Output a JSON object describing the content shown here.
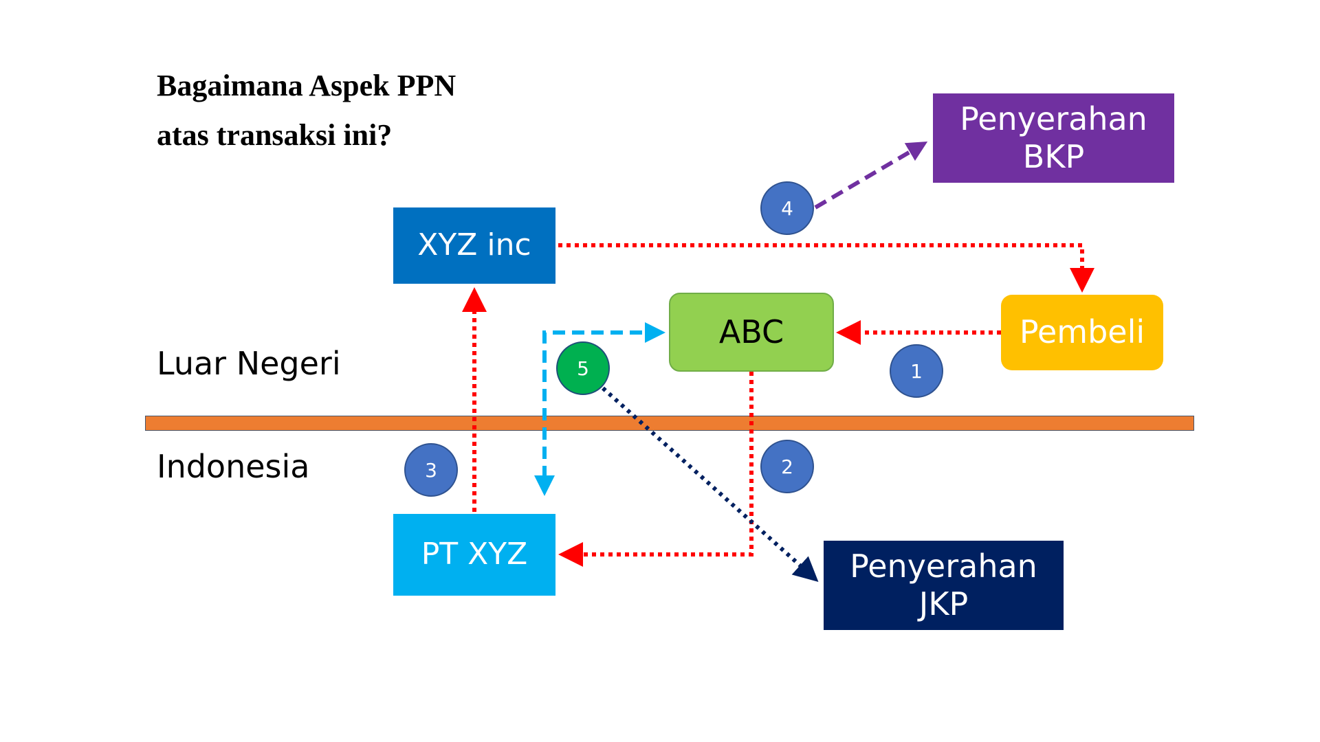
{
  "title": {
    "line1": "Bagaimana Aspek PPN",
    "line2": "atas transaksi ini?"
  },
  "regions": {
    "abroad": "Luar Negeri",
    "domestic": "Indonesia"
  },
  "nodes": {
    "xyz_inc": {
      "label": "XYZ inc",
      "color": "#0070C0"
    },
    "pt_xyz": {
      "label": "PT XYZ",
      "color": "#00B0F0"
    },
    "abc": {
      "label": "ABC",
      "color": "#92D050"
    },
    "pembeli": {
      "label": "Pembeli",
      "color": "#FFC000"
    },
    "penyerahan_bkp": {
      "line1": "Penyerahan",
      "line2": "BKP",
      "color": "#7030A0"
    },
    "penyerahan_jkp": {
      "line1": "Penyerahan",
      "line2": "JKP",
      "color": "#002060"
    }
  },
  "steps": [
    {
      "number": "1",
      "color": "#4472C4"
    },
    {
      "number": "2",
      "color": "#4472C4"
    },
    {
      "number": "3",
      "color": "#4472C4"
    },
    {
      "number": "4",
      "color": "#4472C4"
    },
    {
      "number": "5",
      "color": "#00B050"
    }
  ],
  "flows": [
    {
      "from": "Pembeli",
      "to": "ABC",
      "step": "1",
      "style": "dotted",
      "color": "#FF0000"
    },
    {
      "from": "ABC",
      "to": "PT XYZ",
      "step": "2",
      "style": "dotted",
      "color": "#FF0000"
    },
    {
      "from": "PT XYZ",
      "to": "XYZ inc",
      "step": "3",
      "style": "dotted",
      "color": "#FF0000"
    },
    {
      "from": "XYZ inc",
      "to": "Pembeli",
      "step": "4",
      "style": "dotted",
      "color": "#FF0000"
    },
    {
      "from": "step 4",
      "to": "Penyerahan BKP",
      "style": "dashed",
      "color": "#7030A0"
    },
    {
      "from": "PT XYZ",
      "to": "ABC",
      "step": "5",
      "style": "dashed",
      "color": "#00B0F0",
      "bidirectional": true
    },
    {
      "from": "step 5",
      "to": "Penyerahan JKP",
      "style": "dotted",
      "color": "#002060"
    }
  ],
  "border_band_color": "#ED7D31"
}
